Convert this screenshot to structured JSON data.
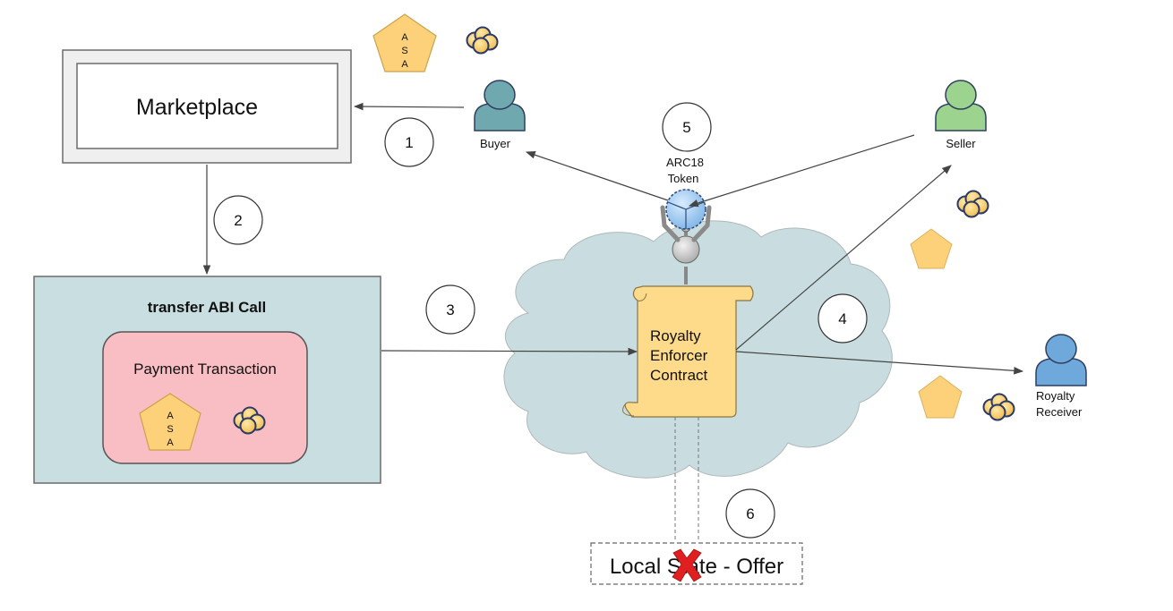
{
  "marketplace": {
    "label": "Marketplace"
  },
  "transfer_call": {
    "title": "transfer ABI Call",
    "payment": {
      "label": "Payment Transaction",
      "asa_letters": [
        "A",
        "S",
        "A"
      ]
    }
  },
  "contract": {
    "line1": "Royalty",
    "line2": "Enforcer",
    "line3": "Contract"
  },
  "token": {
    "line1": "ARC18",
    "line2": "Token"
  },
  "actors": {
    "buyer": "Buyer",
    "seller": "Seller",
    "royalty_receiver_line1": "Royalty",
    "royalty_receiver_line2": "Receiver"
  },
  "top_asa_letters": [
    "A",
    "S",
    "A"
  ],
  "steps": [
    "1",
    "2",
    "3",
    "4",
    "5",
    "6"
  ],
  "local_state": {
    "label": "Local State - Offer",
    "status": "deleted"
  },
  "colors": {
    "transfer_box": "#c9dee0",
    "payment_box": "#f8bec4",
    "cloud": "#c9dde0",
    "scroll": "#fddb8b",
    "asa": "#fdd17a",
    "buyer": "#6fa8ae",
    "seller": "#9bd38f",
    "receiver": "#6fa9dc",
    "cross": "#e02020"
  }
}
